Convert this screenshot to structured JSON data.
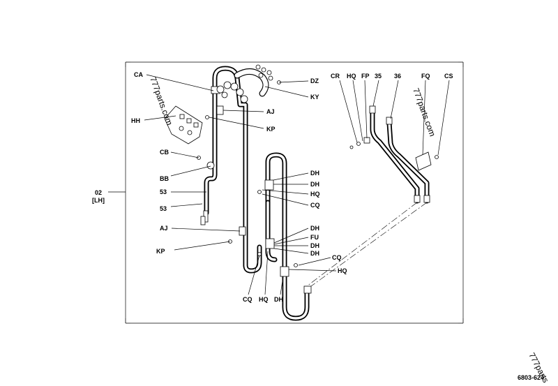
{
  "group_label": "02",
  "group_side": "[LH]",
  "diagram_number": "6803-624",
  "watermarks": [
    "777parts.com",
    "777parts.com",
    "777parts"
  ],
  "callouts": {
    "ca": "CA",
    "hh": "HH",
    "cb": "CB",
    "bb": "BB",
    "n53a": "53",
    "n53b": "53",
    "aj_top": "AJ",
    "kp_top": "KP",
    "aj_mid": "AJ",
    "kp_mid": "KP",
    "dz": "DZ",
    "ky": "KY",
    "cr": "CR",
    "hq_top": "HQ",
    "fp": "FP",
    "n35": "35",
    "n36": "36",
    "fq": "FQ",
    "cs": "CS",
    "dh1": "DH",
    "dh2": "DH",
    "hq1": "HQ",
    "cq1": "CQ",
    "dh3": "DH",
    "fu": "FU",
    "dh4": "DH",
    "dh5": "DH",
    "cq2": "CQ",
    "hq2": "HQ",
    "cq_bot": "CQ",
    "hq_bot": "HQ",
    "dh_bot": "DH"
  }
}
